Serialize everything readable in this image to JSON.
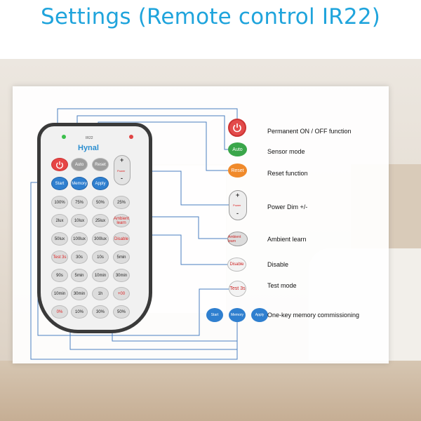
{
  "title": "Settings (Remote control IR22)",
  "remote": {
    "brand": "Hynal",
    "ir_label": "IR22",
    "top_row": [
      {
        "label": "",
        "kind": "power",
        "name": "power-button"
      },
      {
        "label": "Auto",
        "kind": "gray",
        "name": "auto-button"
      },
      {
        "label": "Reset",
        "kind": "gray",
        "name": "reset-button"
      }
    ],
    "blue_row": [
      {
        "label": "Start",
        "name": "start-button"
      },
      {
        "label": "Memory",
        "name": "memory-button"
      },
      {
        "label": "Apply",
        "name": "apply-button"
      }
    ],
    "grid": [
      [
        "100%",
        "75%",
        "50%",
        "25%"
      ],
      [
        "2lux",
        "10lux",
        "25lux",
        "Ambient learn"
      ],
      [
        "50lux",
        "100lux",
        "300lux",
        "Disable"
      ],
      [
        "Test 3s",
        "30s",
        "10s",
        "5min"
      ],
      [
        "90s",
        "5min",
        "10min",
        "30min"
      ],
      [
        "10min",
        "30min",
        "1h",
        "+00"
      ],
      [
        "0%",
        "10%",
        "30%",
        "50%"
      ]
    ],
    "dim_plus": "+",
    "dim_minus": "-",
    "dim_center": "Power"
  },
  "legend": {
    "power_label": "Permanent ON / OFF function",
    "auto_icon": "Auto",
    "auto_label": "Sensor mode",
    "reset_icon": "Reset",
    "reset_label": "Reset function",
    "dim_label": "Power Dim +/-",
    "dim_plus": "+",
    "dim_minus": "-",
    "dim_center": "Power",
    "ambient_icon": "Ambient learn",
    "ambient_label": "Ambient learn",
    "disable_icon": "Disable",
    "disable_label": "Disable",
    "test_icon": "Test 3s",
    "test_label": "Test mode",
    "start_icon": "Start",
    "memory_icon": "Memory",
    "apply_icon": "Apply",
    "memory_label": "One-key memory commissioning"
  },
  "colors": {
    "title": "#1fa4dc",
    "lines": "#4a7fc0",
    "power": "#e34b4b",
    "auto": "#3aa64a",
    "reset": "#f08a2b",
    "blue_button": "#2f7fcf"
  }
}
